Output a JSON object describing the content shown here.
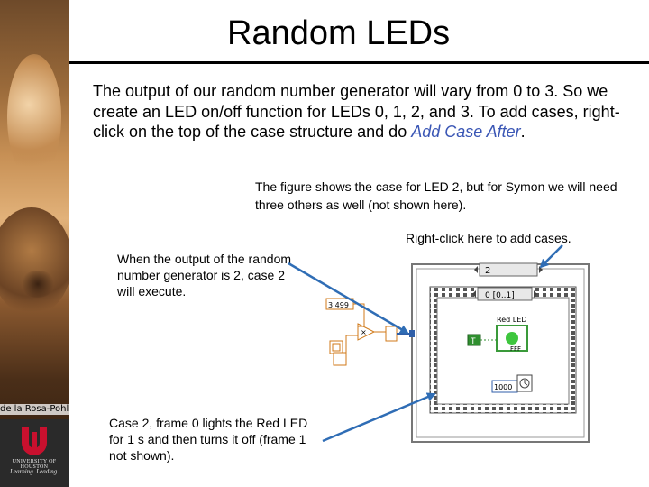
{
  "title": "Random LEDs",
  "paragraph": {
    "text": "The output of our random number generator will vary from 0 to 3. So we create an LED on/off function for LEDs 0, 1, 2, and 3. To add cases, right-click on the top of the case structure and do ",
    "link_text": "Add Case After",
    "end": "."
  },
  "figure_note": "The figure shows the case for LED 2, but for Symon we will need three others as well (not shown here).",
  "annotations": {
    "right_click": "Right-click here to add cases.",
    "when_output": "When the output of the random number generator is 2, case 2 will execute.",
    "case_frame": "Case 2, frame 0 lights the Red LED for 1 s and then turns it off (frame 1 not shown)."
  },
  "sidebar": {
    "author": "de la Rosa-Pohl",
    "logo_line1": "UNIVERSITY OF HOUSTON",
    "logo_line2": "Learning. Leading."
  },
  "diagram": {
    "case_selector": "2",
    "sequence_selector": "0 [0..1]",
    "multiply_value": "3.499",
    "led_label": "Red LED",
    "true_constant": "T",
    "led_value": "FFF",
    "wait_value": "1000"
  },
  "colors": {
    "arrow": "#2f6db5",
    "link": "#3a56b5",
    "rule": "#000000",
    "led_green": "#3ec63e"
  }
}
